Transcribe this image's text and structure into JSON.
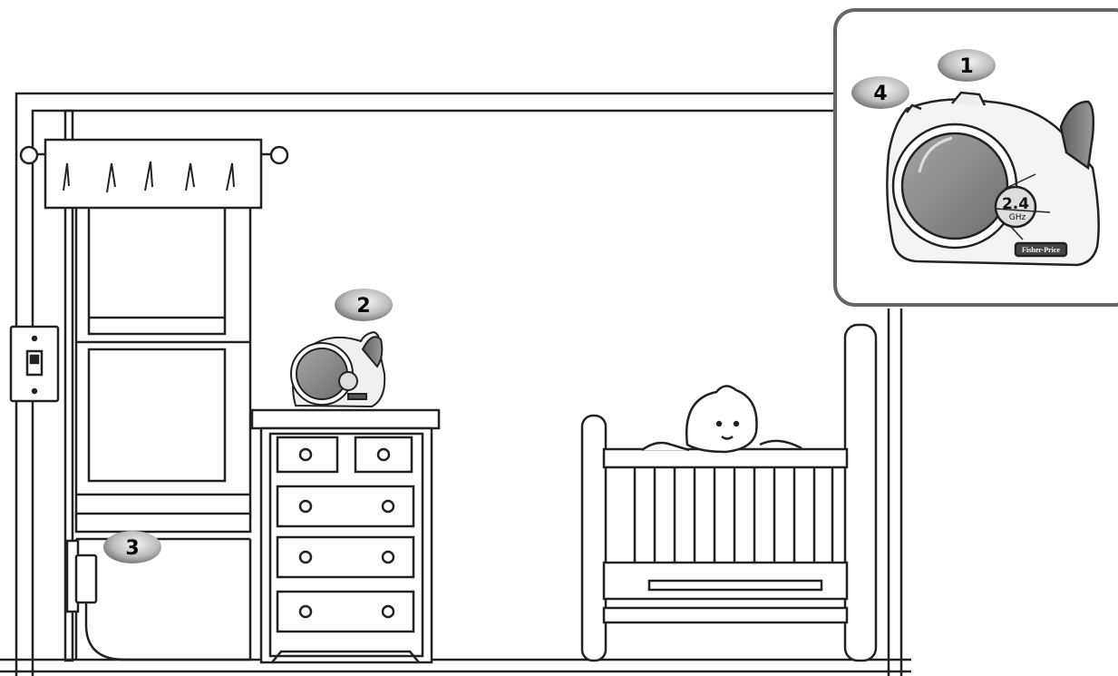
{
  "callouts": [
    {
      "label": "1"
    },
    {
      "label": "2"
    },
    {
      "label": "3"
    },
    {
      "label": "4"
    }
  ],
  "monitor_badge": {
    "big": "2.4",
    "small": "GHz"
  },
  "brand_logo": "Fisher-Price",
  "colors": {
    "ink": "#222222",
    "lens_gray": "#8a8a8a",
    "callout_dark": "#555555",
    "callout_light": "#e8e8e8"
  }
}
